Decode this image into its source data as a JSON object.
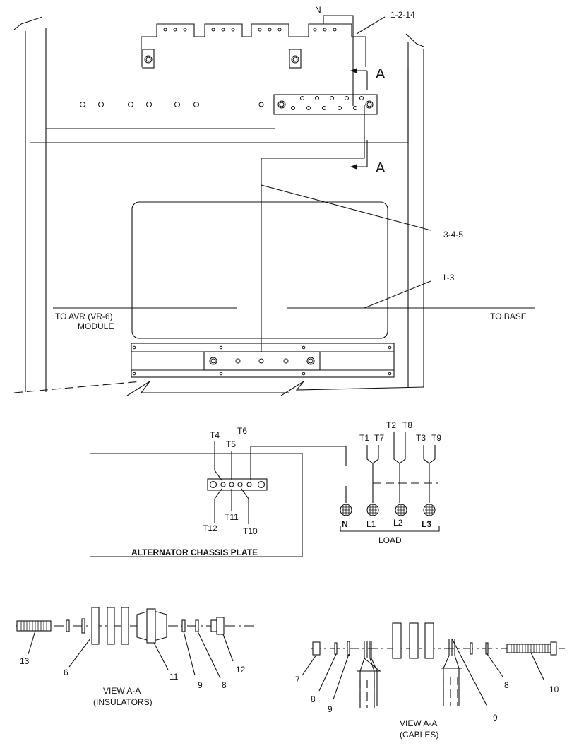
{
  "top_view": {
    "callout_n": "N",
    "callout_1_2_14": "1-2-14",
    "section_a_top": "A",
    "section_a_bottom": "A",
    "callout_3_4_5": "3-4-5",
    "callout_1_3": "1-3",
    "to_avr_line1": "TO AVR (VR-6)",
    "to_avr_line2": "MODULE",
    "to_base": "TO BASE"
  },
  "wiring": {
    "t4": "T4",
    "t6": "T6",
    "t5": "T5",
    "t11": "T11",
    "t12": "T12",
    "t10": "T10",
    "t1": "T1",
    "t7": "T7",
    "t2": "T2",
    "t8": "T8",
    "t3": "T3",
    "t9": "T9",
    "n": "N",
    "l1": "L1",
    "l2": "L2",
    "l3": "L3",
    "load": "LOAD",
    "chassis_plate": "ALTERNATOR CHASSIS PLATE"
  },
  "view_insulators": {
    "line1": "VIEW A-A",
    "line2": "(INSULATORS)",
    "c13": "13",
    "c6": "6",
    "c11": "11",
    "c9": "9",
    "c8": "8",
    "c12": "12"
  },
  "view_cables": {
    "line1": "VIEW A-A",
    "line2": "(CABLES)",
    "c7": "7",
    "c8a": "8",
    "c9a": "9",
    "c9b": "9",
    "c8b": "8",
    "c10": "10"
  }
}
